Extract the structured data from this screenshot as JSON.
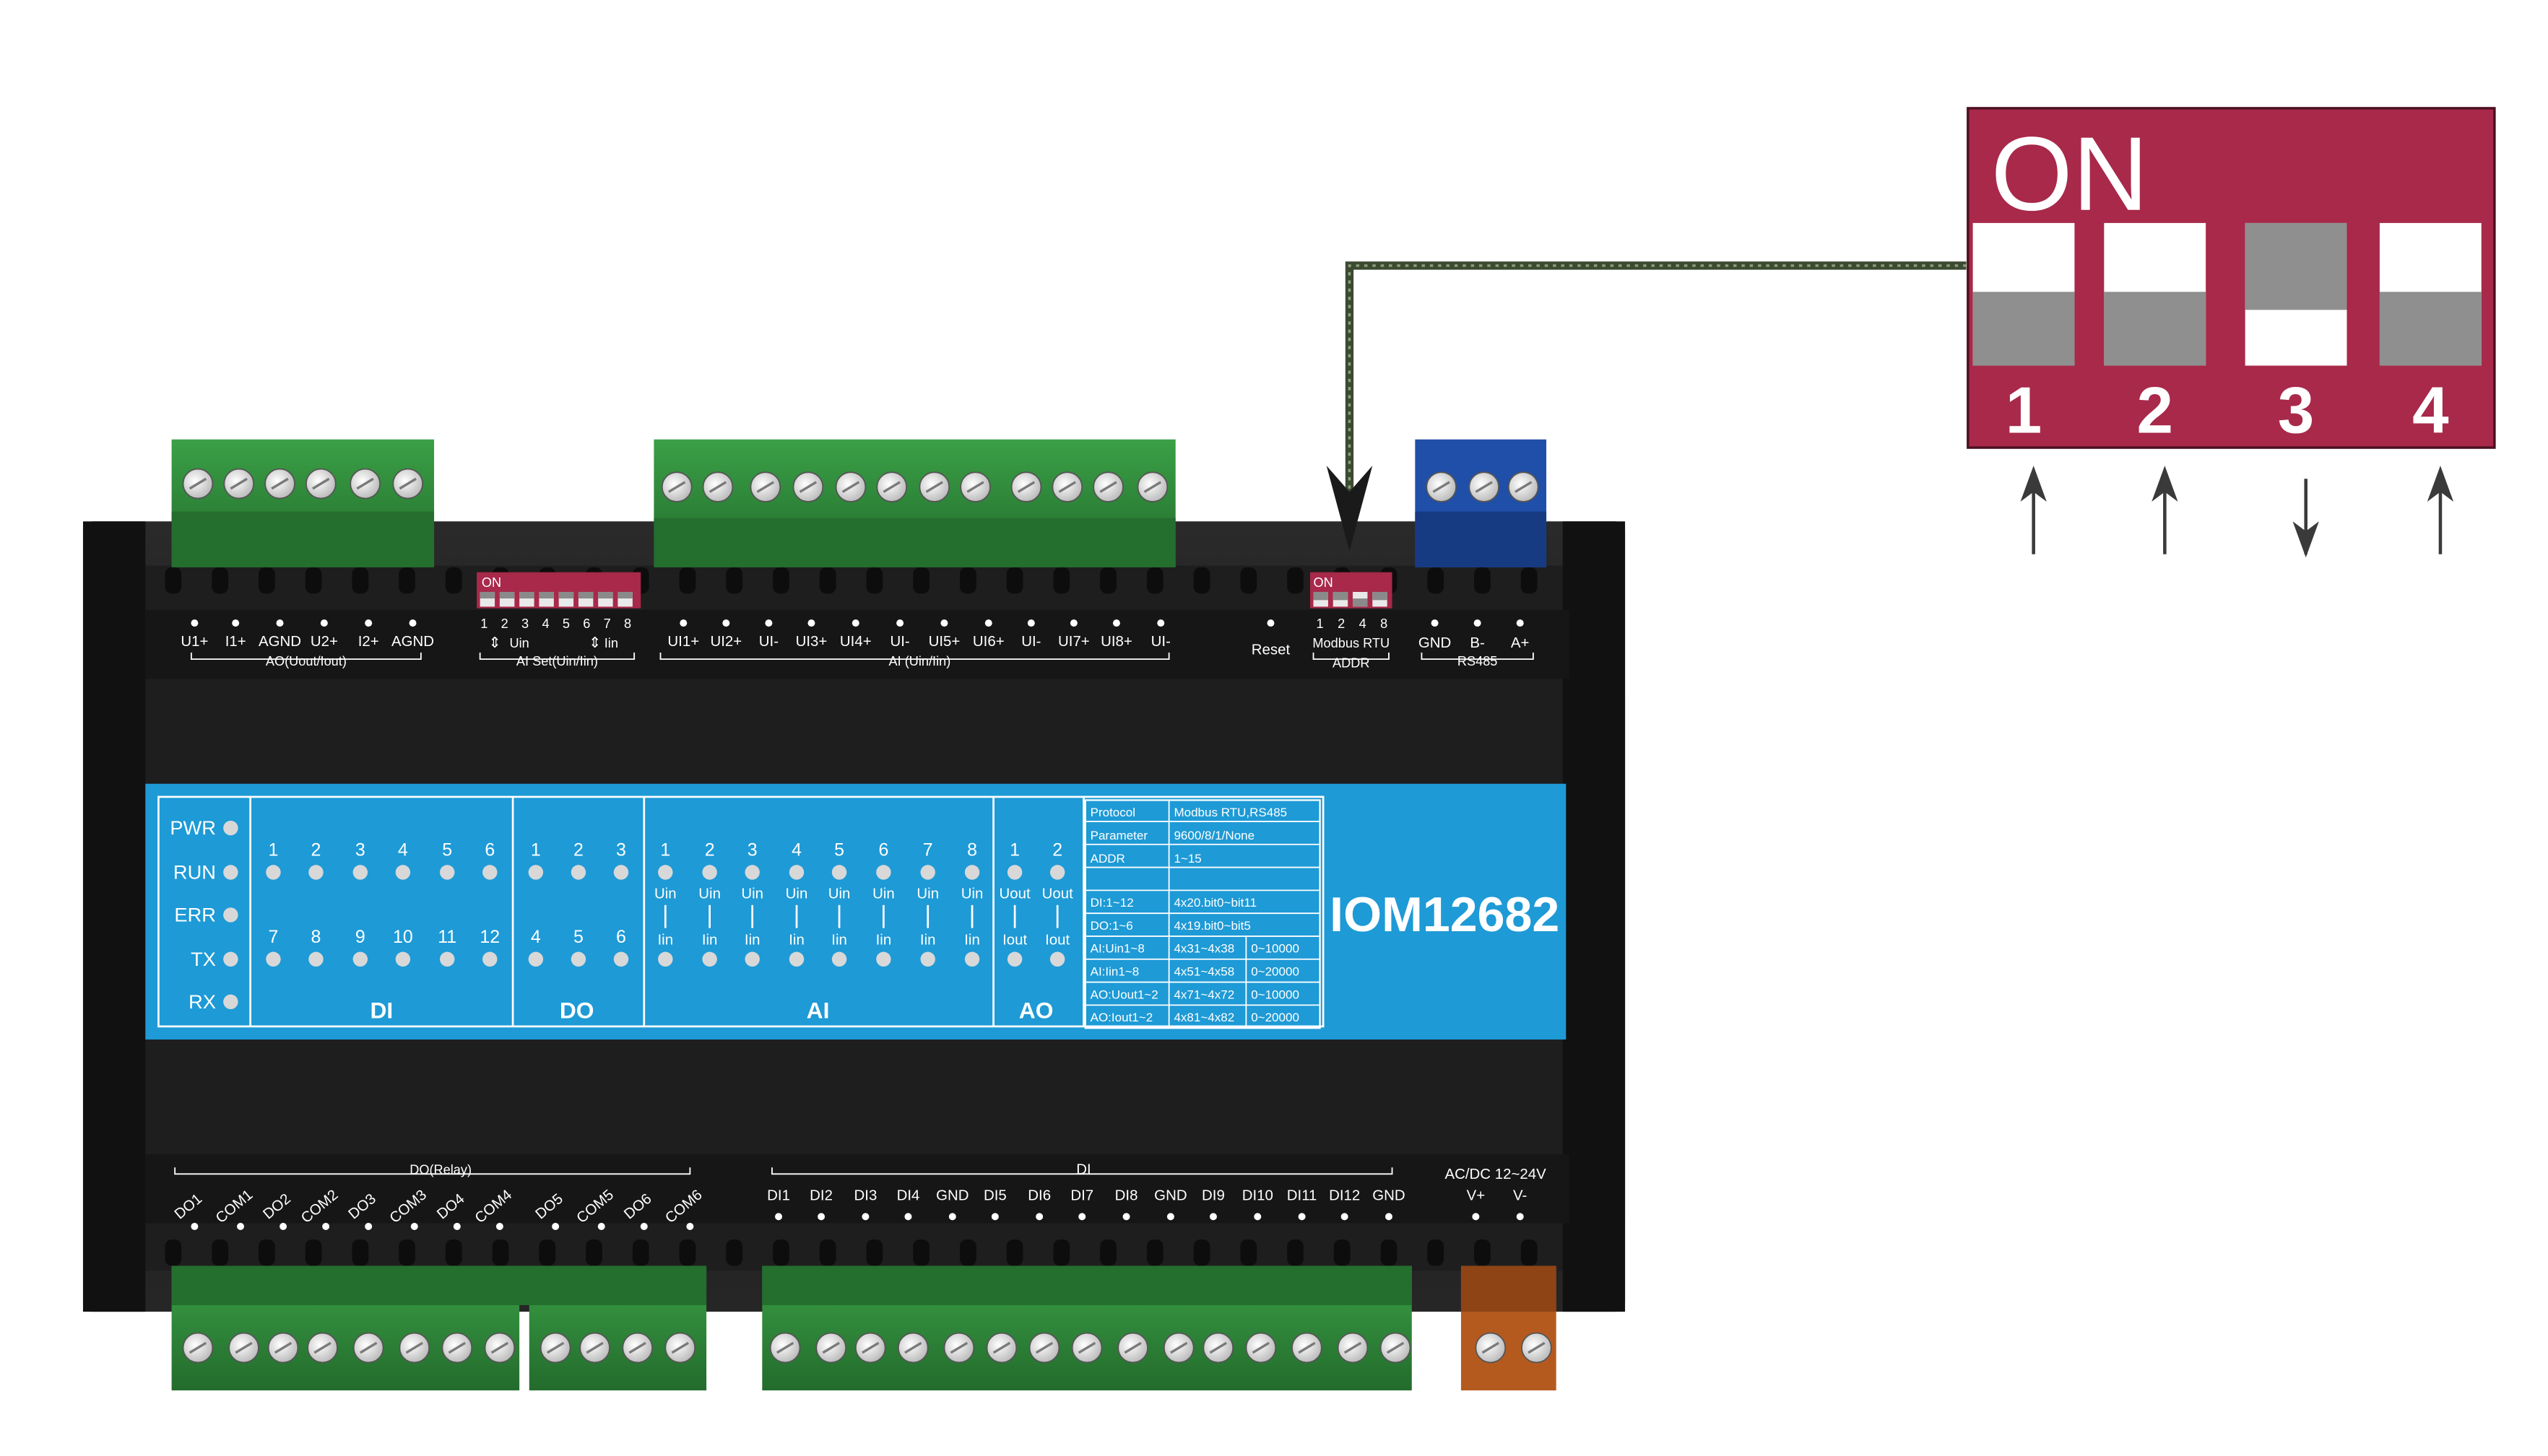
{
  "device": {
    "model": "IOM12682",
    "ao_terminals": [
      "U1+",
      "I1+",
      "AGND",
      "U2+",
      "I2+",
      "AGND"
    ],
    "ao_group": "AO(Uout/Iout)",
    "ai_set_on": "ON",
    "ai_set_numbers": [
      "1",
      "2",
      "3",
      "4",
      "5",
      "6",
      "7",
      "8"
    ],
    "ai_set_uin": "Uin",
    "ai_set_iin": "Iin",
    "ai_set_label": "AI Set(Uin/Iin)",
    "ai_terminals": [
      "UI1+",
      "UI2+",
      "UI-",
      "UI3+",
      "UI4+",
      "UI-",
      "UI5+",
      "UI6+",
      "UI-",
      "UI7+",
      "UI8+",
      "UI-"
    ],
    "ai_group": "AI (Uin/Iin)",
    "reset_label": "Reset",
    "addr_on": "ON",
    "addr_numbers": [
      "1",
      "2",
      "4",
      "8"
    ],
    "addr_protocol": "Modbus RTU",
    "addr_label": "ADDR",
    "rs485_terminals": [
      "GND",
      "B-",
      "A+"
    ],
    "rs485_group": "RS485",
    "status_leds": [
      "PWR",
      "RUN",
      "ERR",
      "TX",
      "RX"
    ],
    "di_row1": [
      "1",
      "2",
      "3",
      "4",
      "5",
      "6"
    ],
    "di_row2": [
      "7",
      "8",
      "9",
      "10",
      "11",
      "12"
    ],
    "di_label": "DI",
    "do_row1": [
      "1",
      "2",
      "3"
    ],
    "do_row2": [
      "4",
      "5",
      "6"
    ],
    "do_label": "DO",
    "ai_numbers": [
      "1",
      "2",
      "3",
      "4",
      "5",
      "6",
      "7",
      "8"
    ],
    "ai_uin": "Uin",
    "ai_iin": "Iin",
    "ai_label": "AI",
    "ao_numbers": [
      "1",
      "2"
    ],
    "ao_uout": "Uout",
    "ao_iout": "Iout",
    "ao_label": "AO",
    "spec_table": [
      [
        "Protocol",
        "Modbus RTU,RS485",
        ""
      ],
      [
        "Parameter",
        "9600/8/1/None",
        ""
      ],
      [
        "ADDR",
        "1~15",
        ""
      ],
      [
        "DI:1~12",
        "4x20.bit0~bit11",
        ""
      ],
      [
        "DO:1~6",
        "4x19.bit0~bit5",
        ""
      ],
      [
        "AI:Uin1~8",
        "4x31~4x38",
        "0~10000"
      ],
      [
        "AI:Iin1~8",
        "4x51~4x58",
        "0~20000"
      ],
      [
        "AO:Uout1~2",
        "4x71~4x72",
        "0~10000"
      ],
      [
        "AO:Iout1~2",
        "4x81~4x82",
        "0~20000"
      ]
    ],
    "do_group": "DO(Relay)",
    "do_terminals": [
      "DO1",
      "COM1",
      "DO2",
      "COM2",
      "DO3",
      "COM3",
      "DO4",
      "COM4",
      "DO5",
      "COM5",
      "DO6",
      "COM6"
    ],
    "di_group": "DI",
    "di_terminals": [
      "DI1",
      "DI2",
      "DI3",
      "DI4",
      "GND",
      "DI5",
      "DI6",
      "DI7",
      "DI8",
      "GND",
      "DI9",
      "DI10",
      "DI11",
      "DI12",
      "GND"
    ],
    "power_label": "AC/DC 12~24V",
    "power_terminals": [
      "V+",
      "V-"
    ]
  },
  "dip_zoom": {
    "on_label": "ON",
    "switches": [
      {
        "number": "1",
        "state": "up"
      },
      {
        "number": "2",
        "state": "up"
      },
      {
        "number": "3",
        "state": "down"
      },
      {
        "number": "4",
        "state": "up"
      }
    ]
  },
  "colors": {
    "housing": "#1c1c1c",
    "panel_blue": "#1e9ad6",
    "terminal_green": "#2f8a3b",
    "terminal_blue": "#1f4fa8",
    "terminal_orange": "#b55a1f",
    "dip_red": "#a8294a",
    "leader_line": "#3c4a32"
  }
}
